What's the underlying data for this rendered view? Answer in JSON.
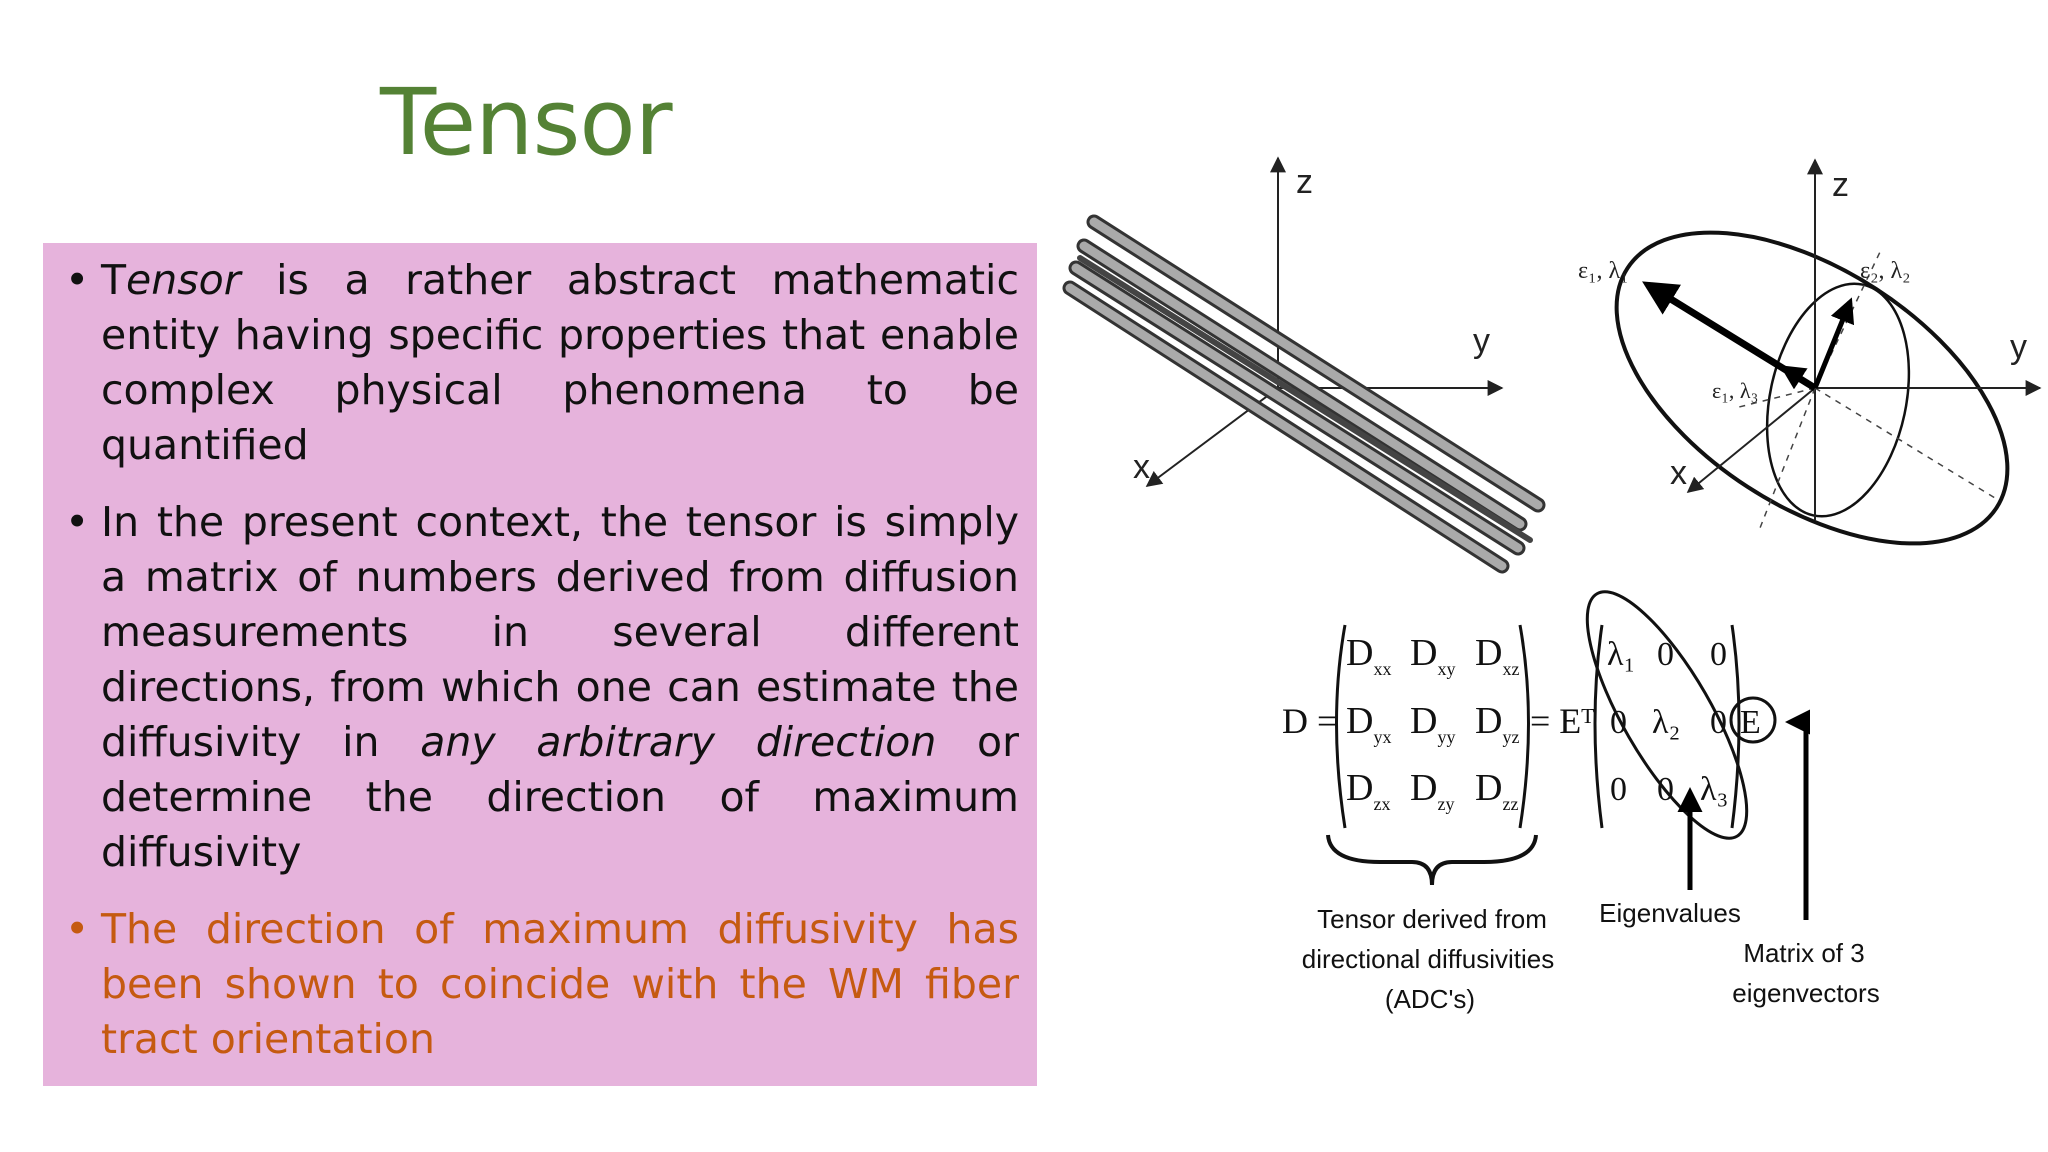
{
  "slide": {
    "title": "Tensor",
    "bullets": [
      {
        "parts": [
          {
            "text": "T",
            "style": "normal"
          },
          {
            "text": "ensor",
            "style": "italic"
          },
          {
            "text": " is a rather abstract mathematic entity having specific properties that enable complex physical phenomena to be quantified",
            "style": "normal"
          }
        ]
      },
      {
        "parts": [
          {
            "text": "In the present context, the tensor is simply a matrix of numbers derived from diffusion measurements in several different directions, from which one can estimate the diffusivity in ",
            "style": "normal"
          },
          {
            "text": "any arbitrary direction",
            "style": "italic"
          },
          {
            "text": " or determine the direction of maximum diffusivity",
            "style": "normal"
          }
        ]
      },
      {
        "color": "#c55a11",
        "parts": [
          {
            "text": "The direction of maximum diffusivity has been shown to coincide with the WM fiber tract orientation",
            "style": "normal"
          }
        ]
      }
    ]
  },
  "figure": {
    "axes_left": {
      "z": "z",
      "y": "y",
      "x": "x"
    },
    "axes_right": {
      "z": "z",
      "y": "y",
      "x": "x"
    },
    "eigen_labels": {
      "e1": "ε₁, λ₁",
      "e2": "ε₂, λ₂",
      "e3": "ε₁, λ₃"
    },
    "matrix": {
      "lhs": "D =",
      "cells": [
        [
          "xx",
          "xy",
          "xz"
        ],
        [
          "yx",
          "yy",
          "yz"
        ],
        [
          "zx",
          "zy",
          "zz"
        ]
      ],
      "d_letter": "D",
      "eq_et": "= Eᵀ",
      "diag": [
        "λ₁",
        "λ₂",
        "λ₃"
      ],
      "zero": "0",
      "e_letter": "E"
    },
    "captions": {
      "tensor": [
        "Tensor derived from",
        "directional diffusivities",
        "(ADC's)"
      ],
      "eigenvalues": "Eigenvalues",
      "eigenvectors": [
        "Matrix of 3",
        "eigenvectors"
      ]
    }
  }
}
